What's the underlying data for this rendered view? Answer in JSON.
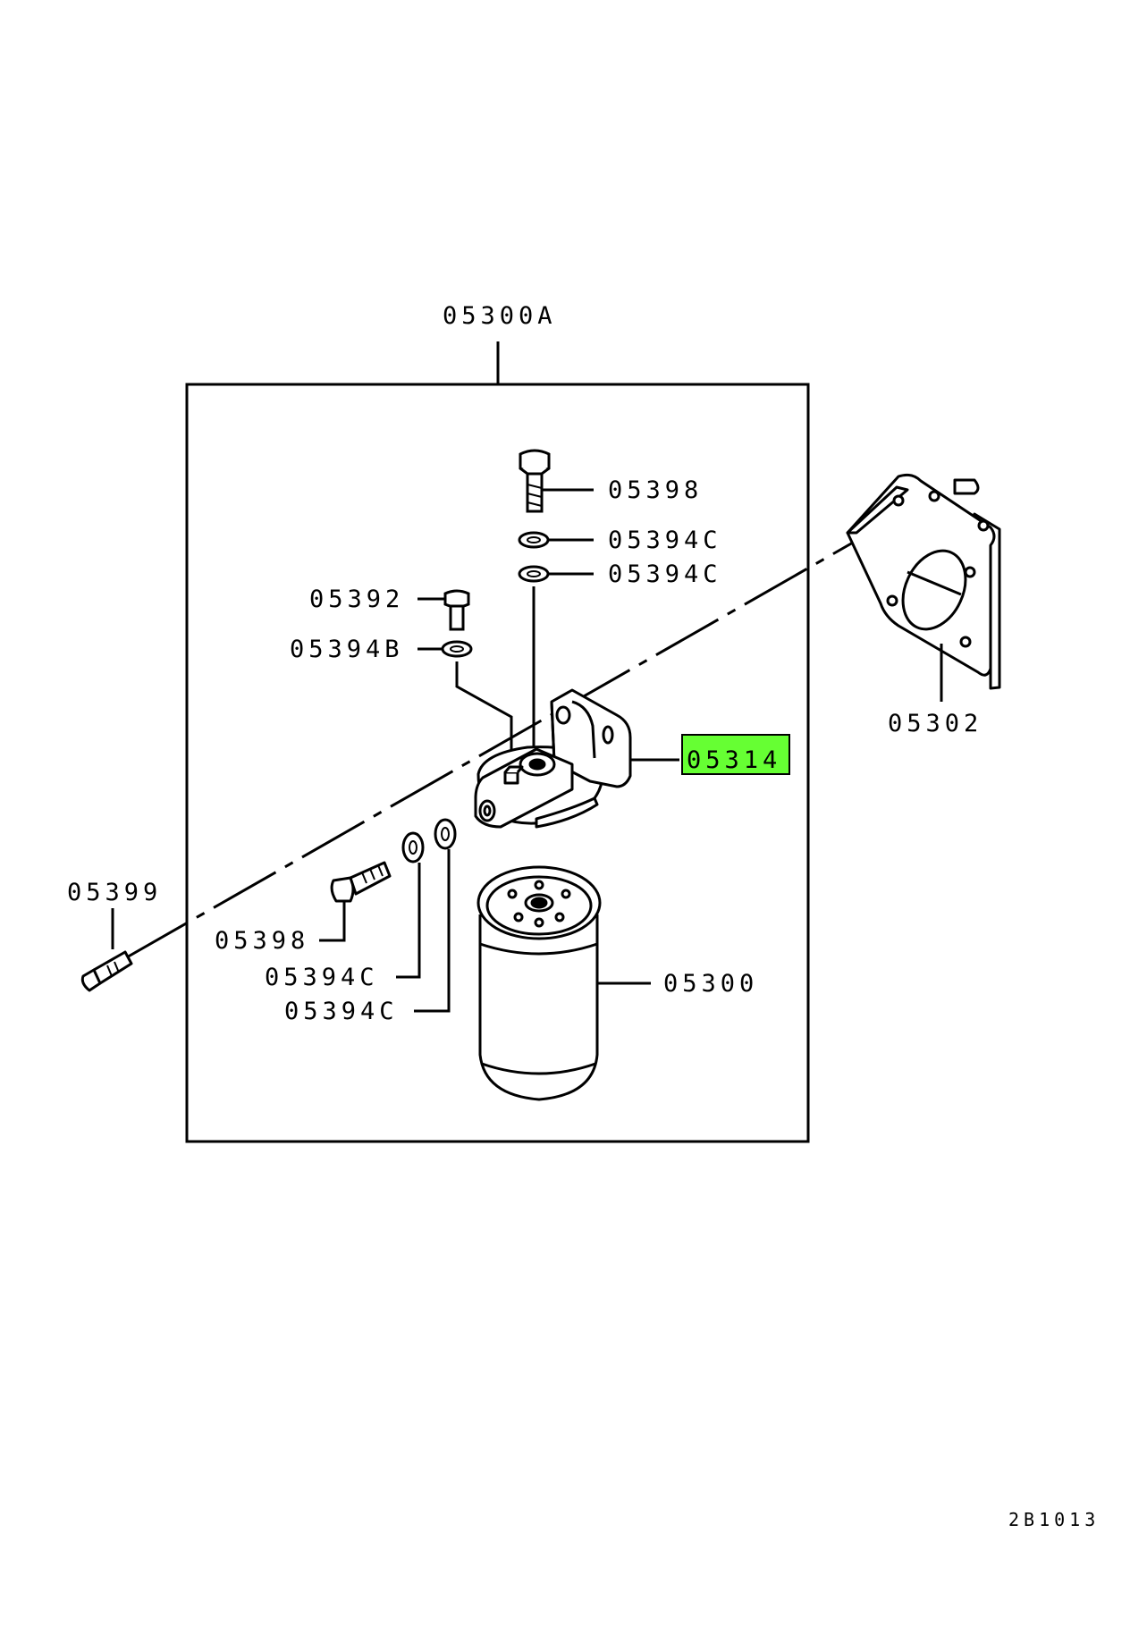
{
  "diagram": {
    "drawing_number": "2B1013",
    "highlight_color": "#66ff33",
    "parts": [
      {
        "id": "05300A",
        "label": "05300A"
      },
      {
        "id": "05398_top",
        "label": "05398"
      },
      {
        "id": "05394C_1",
        "label": "05394C"
      },
      {
        "id": "05394C_2",
        "label": "05394C"
      },
      {
        "id": "05392",
        "label": "05392"
      },
      {
        "id": "05394B",
        "label": "05394B"
      },
      {
        "id": "05314",
        "label": "05314",
        "highlighted": true
      },
      {
        "id": "05302",
        "label": "05302"
      },
      {
        "id": "05399",
        "label": "05399"
      },
      {
        "id": "05398_bottom",
        "label": "05398"
      },
      {
        "id": "05394C_3",
        "label": "05394C"
      },
      {
        "id": "05394C_4",
        "label": "05394C"
      },
      {
        "id": "05300",
        "label": "05300"
      }
    ]
  }
}
